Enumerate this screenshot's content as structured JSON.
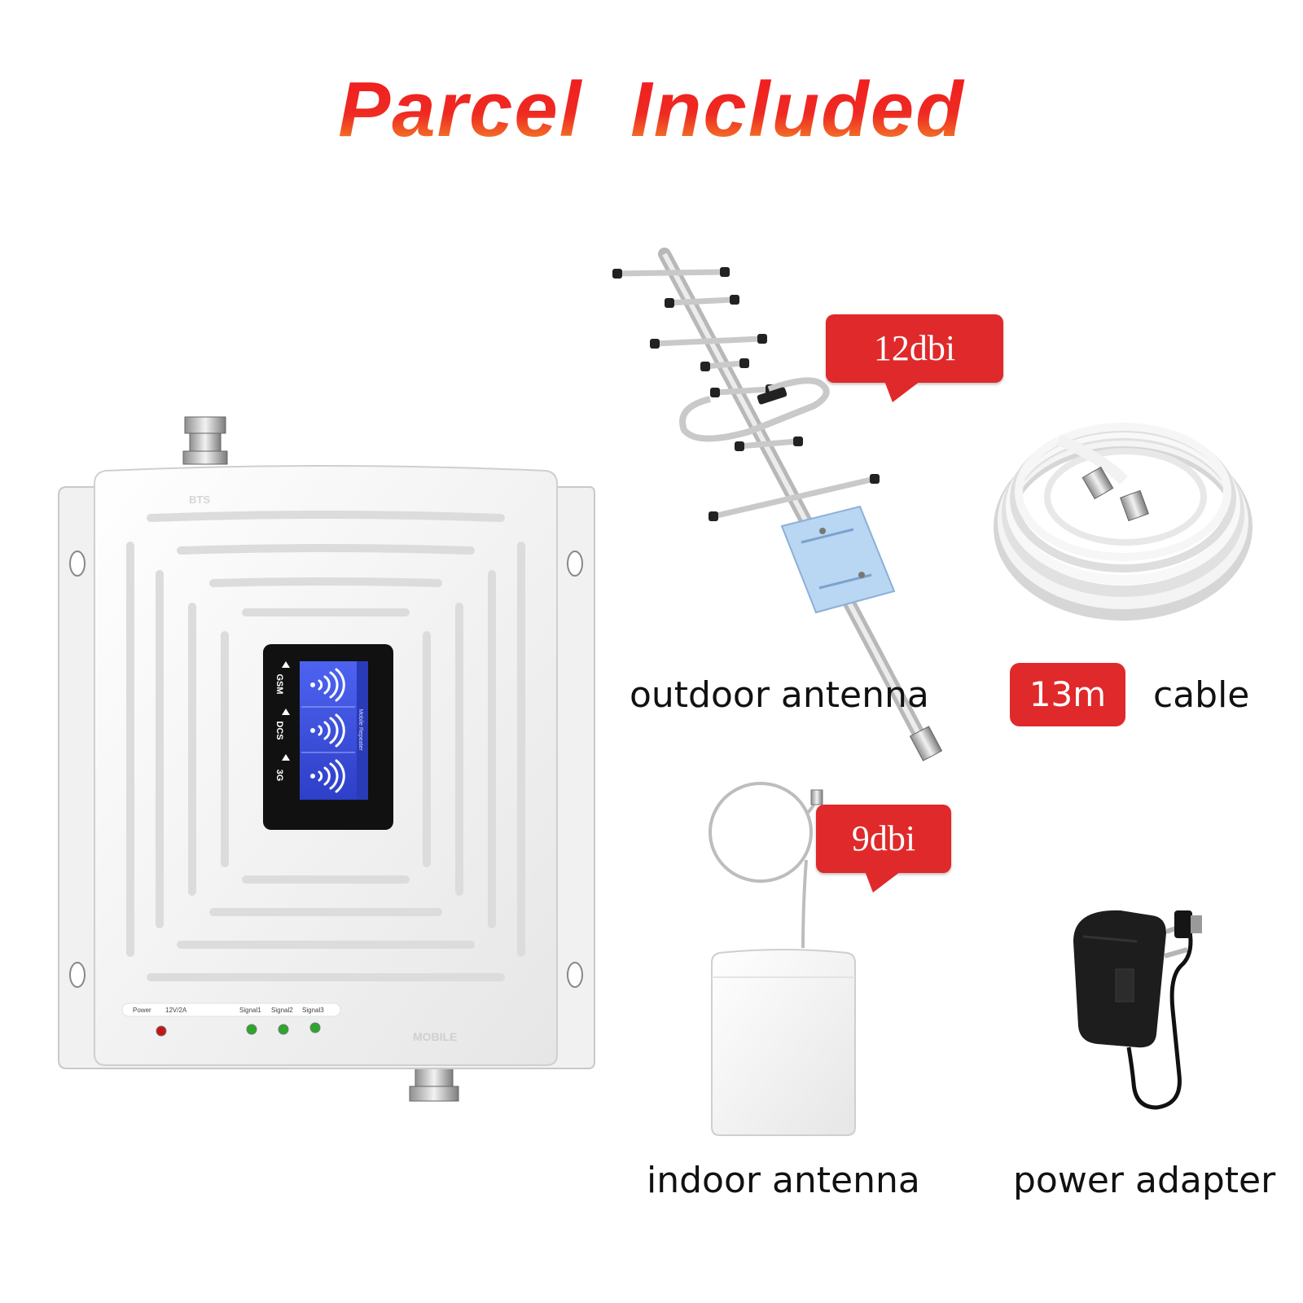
{
  "title": "Parcel  Included",
  "items": {
    "repeater": {
      "top_port_label": "BTS",
      "bottom_port_label": "MOBILE",
      "lcd_bands": [
        "GSM",
        "DCS",
        "3G"
      ],
      "lcd_brand": "Mobile Repeater",
      "power_label": "Power",
      "voltage_label": "12V/2A",
      "signal_labels": [
        "Signal1",
        "Signal2",
        "Signal3"
      ]
    },
    "outdoor_antenna": {
      "label": "outdoor antenna",
      "gain": "12dbi"
    },
    "cable": {
      "length": "13m",
      "label": "cable"
    },
    "indoor_antenna": {
      "label": "indoor antenna",
      "gain": "9dbi"
    },
    "power_adapter": {
      "label": "power adapter"
    }
  },
  "colors": {
    "accent_red": "#e0292a",
    "title_red": "#ee2a22",
    "title_orange": "#f59a2a",
    "lcd_blue": "#3b54e6"
  }
}
